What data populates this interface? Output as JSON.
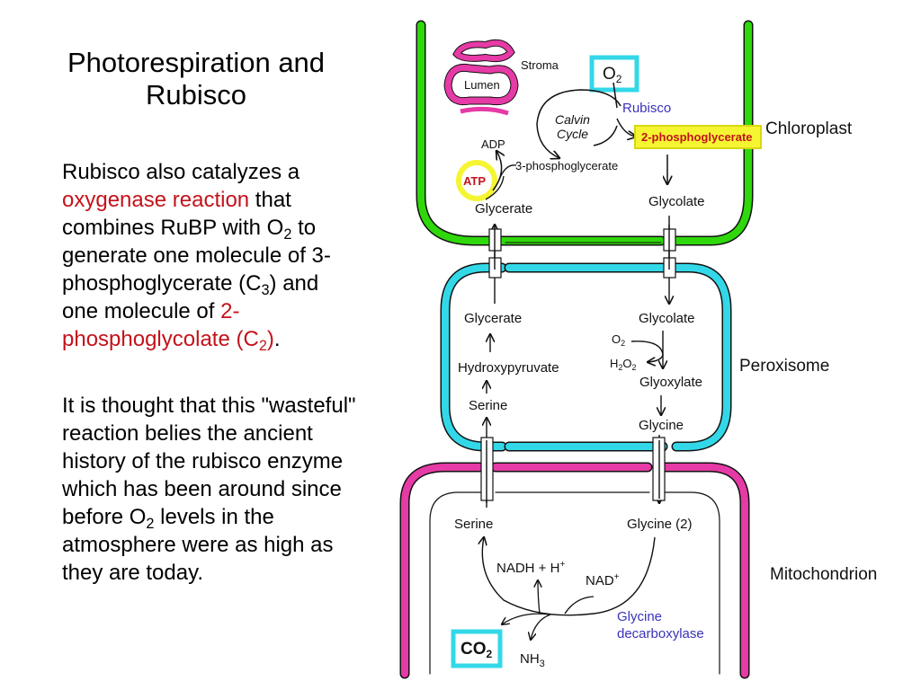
{
  "slide": {
    "title": "Photorespiration and Rubisco",
    "para1": {
      "t1": "Rubisco also catalyzes a ",
      "t2": "oxygenase reaction",
      "t3": " that combines RuBP with O",
      "t4": "2",
      "t5": " to generate one molecule of 3-phosphoglycerate (C",
      "t6": "3",
      "t7": ") and one molecule of ",
      "t8": "2-phosphoglycolate (C",
      "t9": "2",
      "t10": ")",
      "t11": "."
    },
    "para2": {
      "t1": "It is thought that this \"wasteful\" reaction belies the ancient history of the rubisco enzyme which has been around since before O",
      "t2": "2",
      "t3": " levels in the atmosphere were as high as they are today."
    }
  },
  "diagram": {
    "compartments": {
      "chloroplast": "Chloroplast",
      "peroxisome": "Peroxisome",
      "mitochondrion": "Mitochondrion"
    },
    "chloroplast": {
      "stroma": "Stroma",
      "lumen": "Lumen",
      "o2": "O",
      "o2_sub": "2",
      "rubisco": "Rubisco",
      "calvin": "Calvin",
      "cycle": "Cycle",
      "phosphoglycolate": "2-phosphoglycerate",
      "adp": "ADP",
      "atp": "ATP",
      "pga": "3-phosphoglycerate",
      "glycerate": "Glycerate",
      "glycolate": "Glycolate"
    },
    "peroxisome": {
      "glycerate": "Glycerate",
      "glycolate": "Glycolate",
      "o2": "O",
      "o2_sub": "2",
      "h2o2_h": "H",
      "h2o2_sub1": "2",
      "h2o2_o": "O",
      "h2o2_sub2": "2",
      "hydroxypyruvate": "Hydroxypyruvate",
      "glyoxylate": "Glyoxylate",
      "serine": "Serine",
      "glycine": "Glycine"
    },
    "mitochondrion": {
      "serine": "Serine",
      "glycine2": "Glycine (2)",
      "nadh": "NADH + H",
      "nadh_sup": "+",
      "nad": "NAD",
      "nad_sup": "+",
      "enzyme1": "Glycine",
      "enzyme2": "decarboxylase",
      "co2": "CO",
      "co2_sub": "2",
      "nh3": "NH",
      "nh3_sub": "3"
    },
    "colors": {
      "chloroplast": "#2ed80a",
      "peroxisome": "#33d8e8",
      "mitochondrion": "#e63aa6",
      "highlight": "#f5f532",
      "red_text": "#c4121a",
      "blue_text": "#3a33b8"
    }
  }
}
